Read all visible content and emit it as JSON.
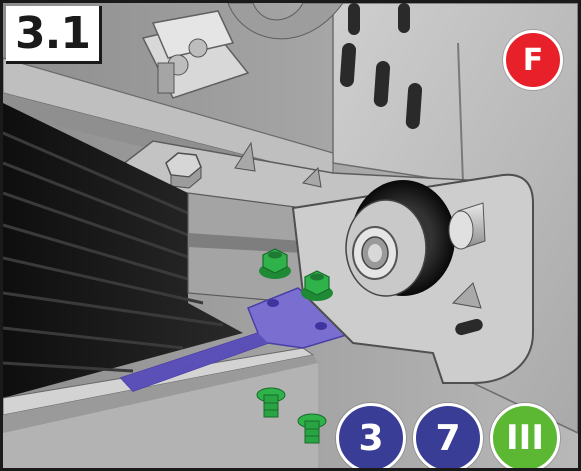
{
  "step": {
    "number": "3.1"
  },
  "badges": {
    "panel_letter": "F",
    "part_a": "3",
    "part_b": "7",
    "part_c": "III"
  },
  "colors": {
    "red_badge": "#e8202a",
    "blue_badge": "#3a3d96",
    "green_badge": "#5cb833",
    "plate_purple": "#7a6fd1",
    "green_fastener": "#2fb24a",
    "metal_grey": "#b9b9b9",
    "rubber_black": "#1e1e1e"
  },
  "icons": [
    "hex-bolt-icon",
    "flange-nut-icon",
    "roller-wheel-icon"
  ]
}
